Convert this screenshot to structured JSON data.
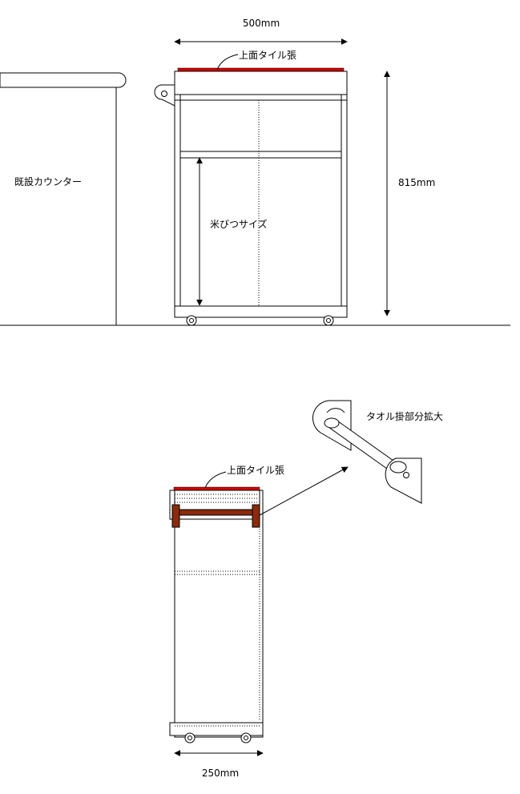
{
  "elevation": {
    "width_dim": "500mm",
    "height_dim": "815mm",
    "top_label": "上面タイル張",
    "counter_label": "既設カウンター",
    "rice_label": "米びつサイズ"
  },
  "side_view": {
    "top_label": "上面タイル張",
    "towel_label": "タオル掛部分拡大",
    "depth_dim": "250mm"
  },
  "colors": {
    "tile": "#d40000",
    "towel_bar": "#8b2a0c"
  }
}
